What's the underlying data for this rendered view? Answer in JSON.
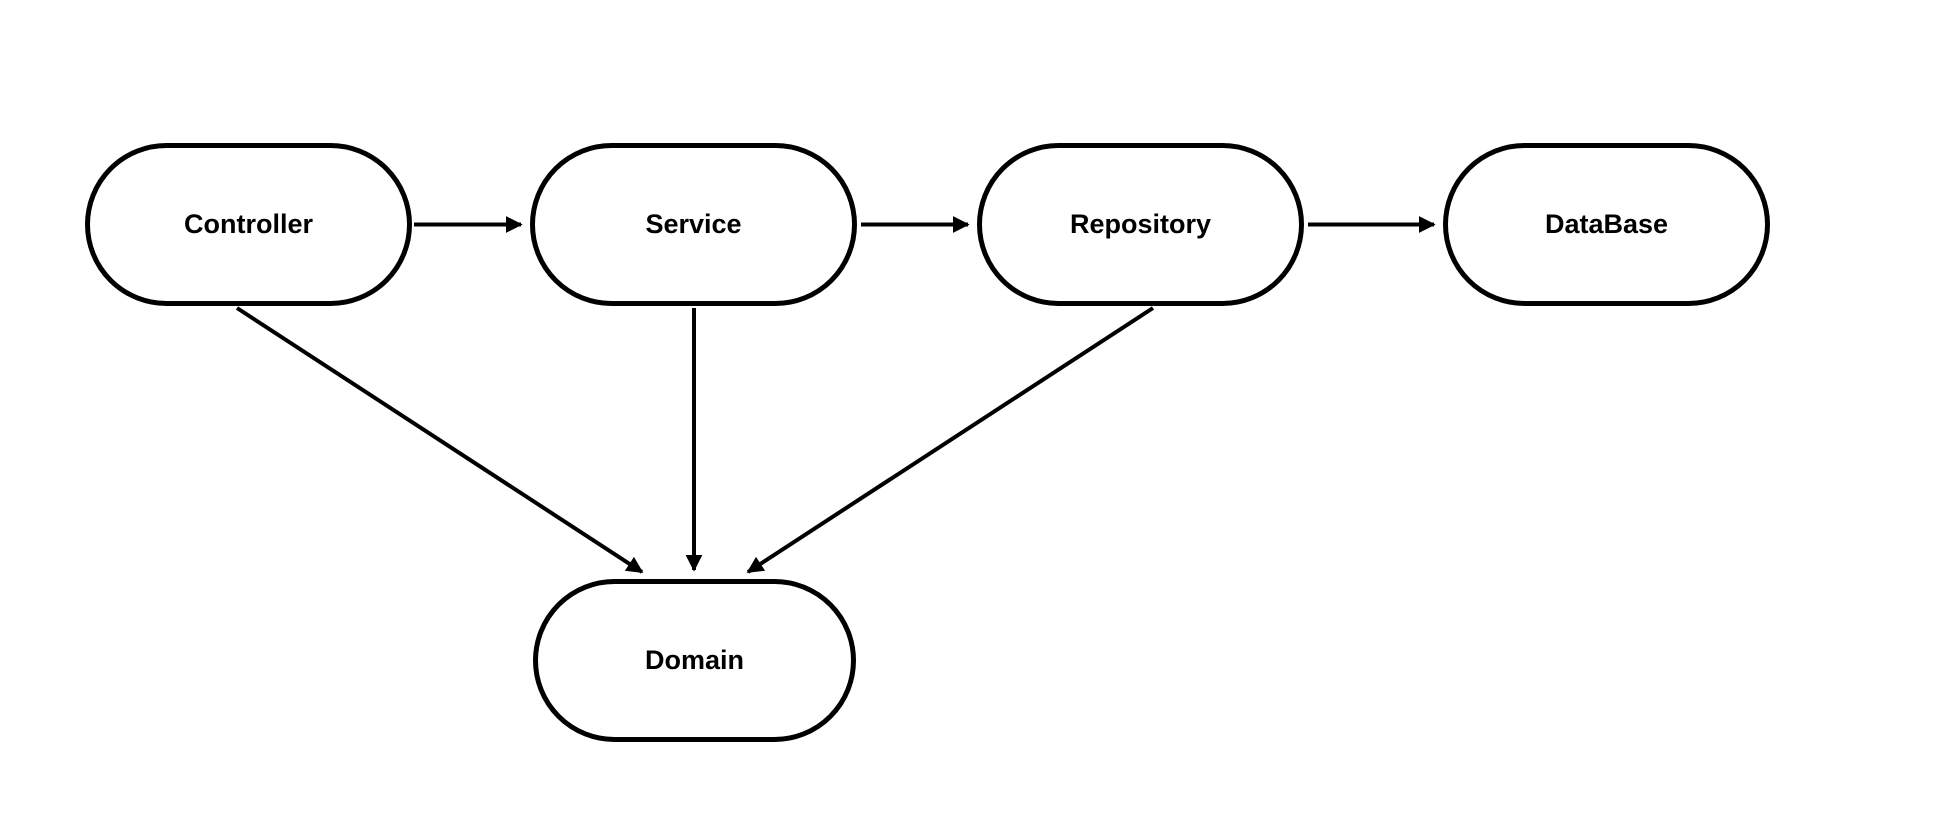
{
  "diagram": {
    "type": "layered-architecture-flow",
    "background_color": "#ffffff",
    "stroke_color": "#000000",
    "node_fill_color": "#ffffff",
    "text_color": "#000000",
    "nodes": {
      "controller": {
        "label": "Controller"
      },
      "service": {
        "label": "Service"
      },
      "repository": {
        "label": "Repository"
      },
      "database": {
        "label": "DataBase"
      },
      "domain": {
        "label": "Domain"
      }
    },
    "edges": [
      {
        "from": "Controller",
        "to": "Service",
        "direction": "right"
      },
      {
        "from": "Service",
        "to": "Repository",
        "direction": "right"
      },
      {
        "from": "Repository",
        "to": "DataBase",
        "direction": "right"
      },
      {
        "from": "Controller",
        "to": "Domain",
        "direction": "down-right"
      },
      {
        "from": "Service",
        "to": "Domain",
        "direction": "down"
      },
      {
        "from": "Repository",
        "to": "Domain",
        "direction": "down-left"
      }
    ]
  }
}
